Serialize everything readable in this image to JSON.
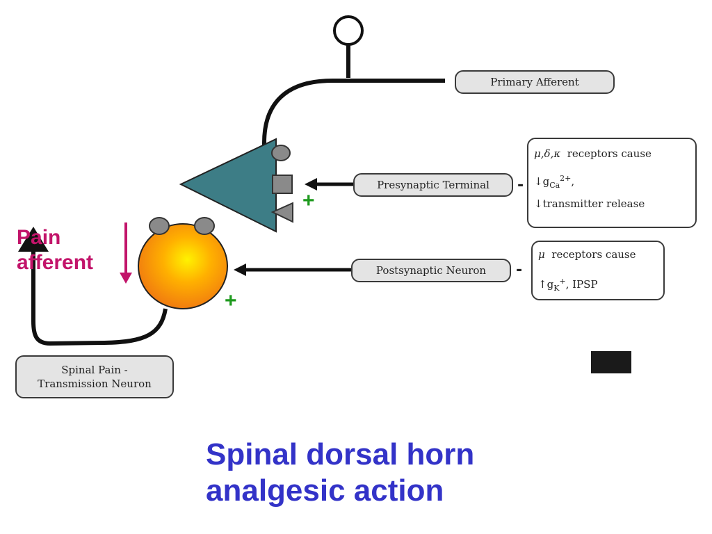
{
  "labels": {
    "primary_afferent": "Primary Afferent",
    "presynaptic_terminal": "Presynaptic Terminal",
    "postsynaptic_neuron": "Postsynaptic Neuron",
    "spinal_neuron_line1": "Spinal Pain -",
    "spinal_neuron_line2": "Transmission Neuron"
  },
  "presynaptic_note": {
    "receptors_symbols": "μ,δ,κ",
    "receptors_text": "receptors cause",
    "conductance_arrow": "↓",
    "conductance_symbol": "g",
    "conductance_sub": "Ca",
    "conductance_sup": "2+",
    "conductance_tail": ",",
    "release_text": "↓transmitter release"
  },
  "postsynaptic_note": {
    "receptors_symbol": "μ",
    "receptors_text": "receptors cause",
    "conductance_arrow": "↑",
    "conductance_symbol": "g",
    "conductance_sub": "K",
    "conductance_sup": "+",
    "conductance_tail": ", IPSP"
  },
  "signs": {
    "dash": "-",
    "plus": "+"
  },
  "pain_afferent": {
    "line1": "Pain",
    "line2": "afferent"
  },
  "title": {
    "line1": "Spinal dorsal horn",
    "line2": "analgesic action"
  },
  "colors": {
    "terminal_fill": "#3d7d86",
    "neuron_gradient_inner": "#fff200",
    "neuron_gradient_outer": "#f07a10",
    "receptor_fill": "#8a8a8a",
    "plus_sign": "#1e9a1e",
    "pain_text": "#c2146a",
    "title_text": "#3333c8"
  }
}
